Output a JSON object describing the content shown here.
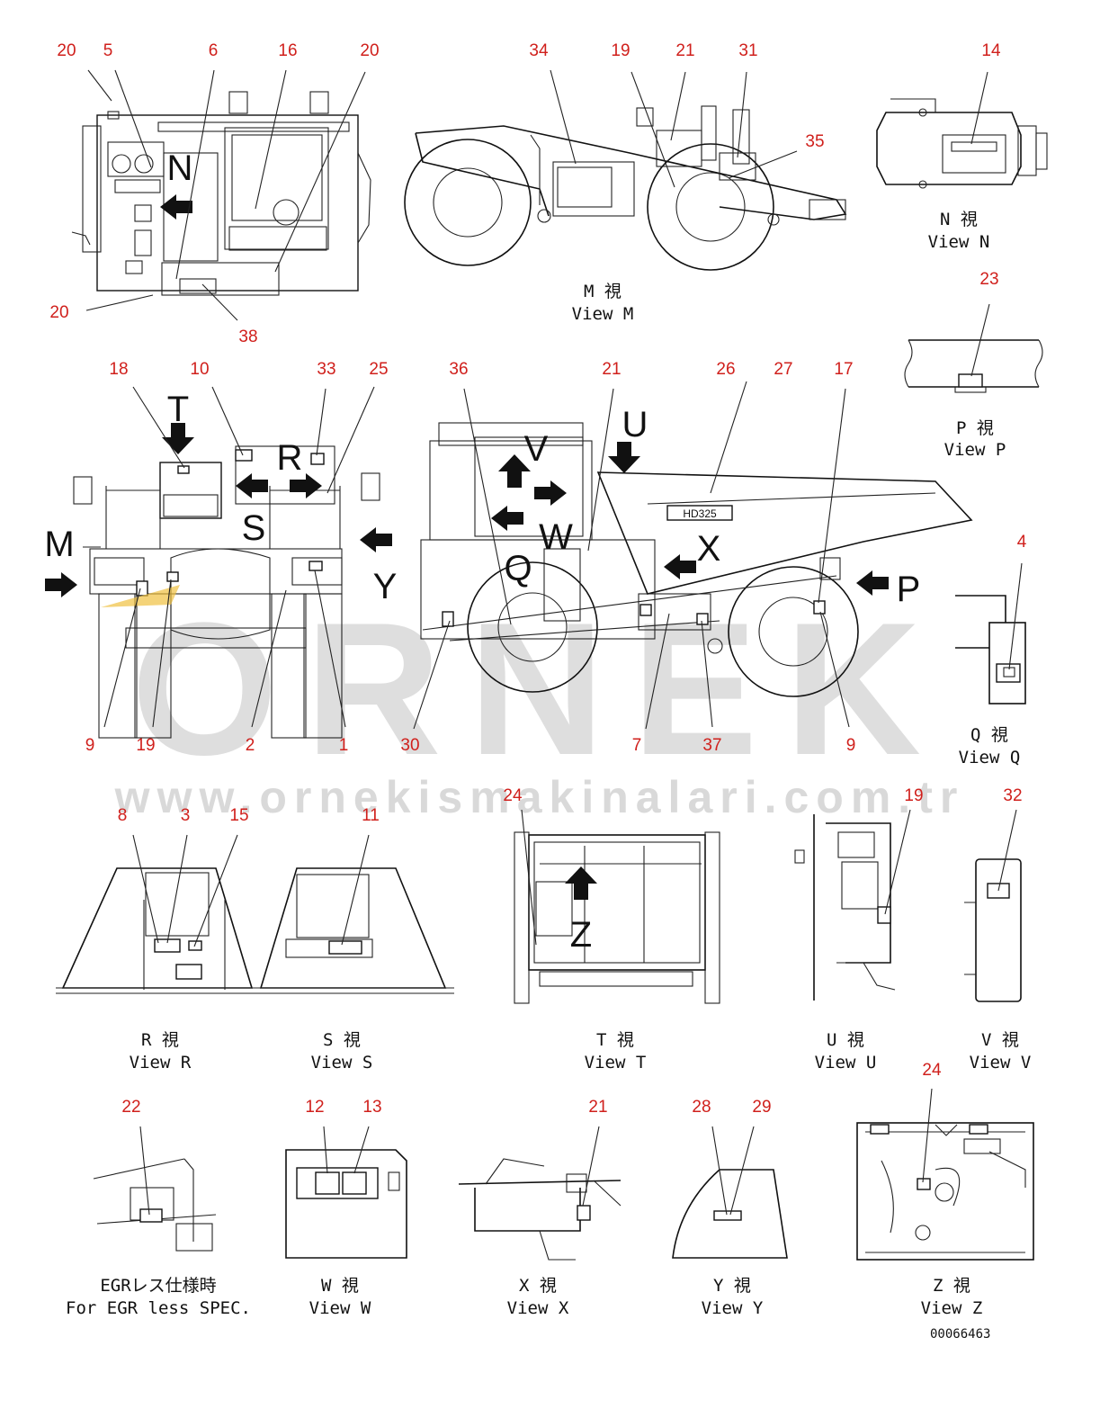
{
  "watermark": {
    "brand": "ORNEK",
    "url": "www.ornekismakinalari.com.tr"
  },
  "drawing_code": "00066463",
  "views": [
    {
      "id": "N",
      "jp": "N 視",
      "en": "View N"
    },
    {
      "id": "M",
      "jp": "M 視",
      "en": "View M"
    },
    {
      "id": "P",
      "jp": "P 視",
      "en": "View P"
    },
    {
      "id": "Q",
      "jp": "Q 視",
      "en": "View Q"
    },
    {
      "id": "R",
      "jp": "R 視",
      "en": "View R"
    },
    {
      "id": "S",
      "jp": "S 視",
      "en": "View S"
    },
    {
      "id": "T",
      "jp": "T 視",
      "en": "View T"
    },
    {
      "id": "U",
      "jp": "U 視",
      "en": "View U"
    },
    {
      "id": "V",
      "jp": "V 視",
      "en": "View V"
    },
    {
      "id": "W",
      "jp": "W 視",
      "en": "View W"
    },
    {
      "id": "X",
      "jp": "X 視",
      "en": "View X"
    },
    {
      "id": "Y",
      "jp": "Y 視",
      "en": "View Y"
    },
    {
      "id": "Z",
      "jp": "Z 視",
      "en": "View Z"
    },
    {
      "id": "EGR",
      "jp": "EGRレス仕様時",
      "en": "For EGR less SPEC."
    }
  ],
  "direction_letters": [
    "N",
    "T",
    "R",
    "S",
    "M",
    "Y",
    "U",
    "V",
    "W",
    "Q",
    "X",
    "P",
    "Z"
  ],
  "truck_badge": "HD325",
  "callouts": [
    "20",
    "5",
    "6",
    "16",
    "20",
    "20",
    "38",
    "34",
    "19",
    "21",
    "31",
    "35",
    "14",
    "23",
    "18",
    "10",
    "33",
    "25",
    "36",
    "21",
    "26",
    "27",
    "17",
    "4",
    "9",
    "19",
    "2",
    "1",
    "30",
    "7",
    "37",
    "9",
    "8",
    "3",
    "15",
    "11",
    "24",
    "19",
    "32",
    "22",
    "12",
    "13",
    "21",
    "28",
    "29",
    "24"
  ]
}
